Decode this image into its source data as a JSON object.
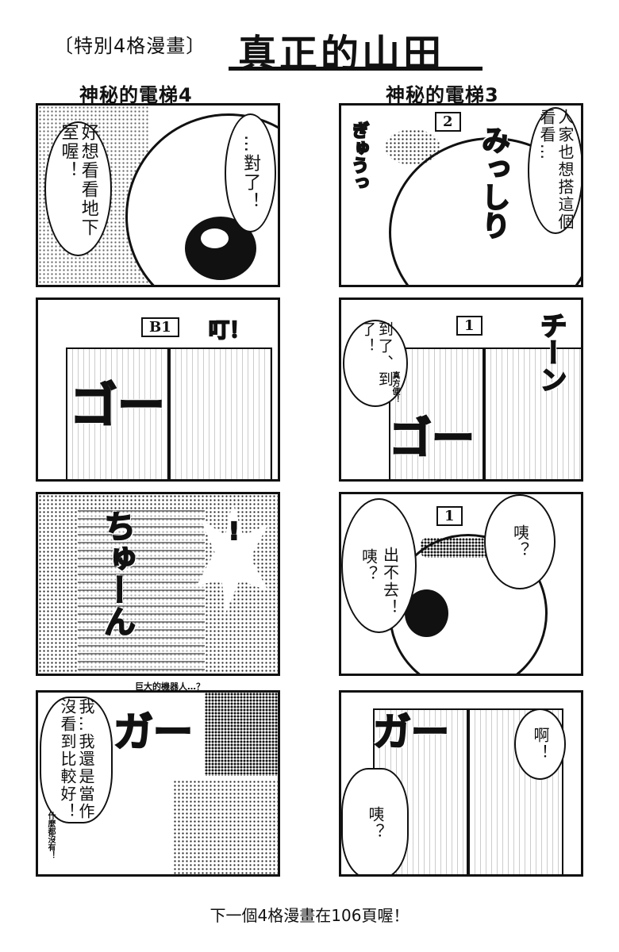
{
  "header": {
    "subtitle": "〔特別4格漫畫〕",
    "title": "真正的山田"
  },
  "strips": [
    {
      "title": "神秘的電梯4",
      "panels": [
        {
          "bubbles": [
            "好想看看地下室喔！",
            "…對了！"
          ]
        },
        {
          "sign": "B1",
          "sfx": "叮！",
          "sfx2": "ゴー"
        },
        {
          "exclaim": "!",
          "sfx": "ちゅーん",
          "caption": "巨大的機器人…？"
        },
        {
          "bubbles": [
            "我…我還是當作沒看到比較好！",
            "什麼都沒有！"
          ],
          "sfx": "ガー"
        }
      ]
    },
    {
      "title": "神秘的電梯3",
      "panels": [
        {
          "sign": "2",
          "bubbles": [
            "人家也想搭這個看看…"
          ],
          "sfx": "みっしり",
          "sfx2": "ぎゅうっ"
        },
        {
          "sign": "1",
          "bubbles": [
            "到了、到了！",
            "真方便！"
          ],
          "sfx": "チーン",
          "sfx2": "ゴー"
        },
        {
          "sign": "1",
          "bubbles": [
            "咦？",
            "咦？",
            "出不去！"
          ]
        },
        {
          "bubbles": [
            "啊！",
            "咦？"
          ],
          "sfx": "ガー"
        }
      ]
    }
  ],
  "footer": "下一個4格漫畫在106頁喔！"
}
